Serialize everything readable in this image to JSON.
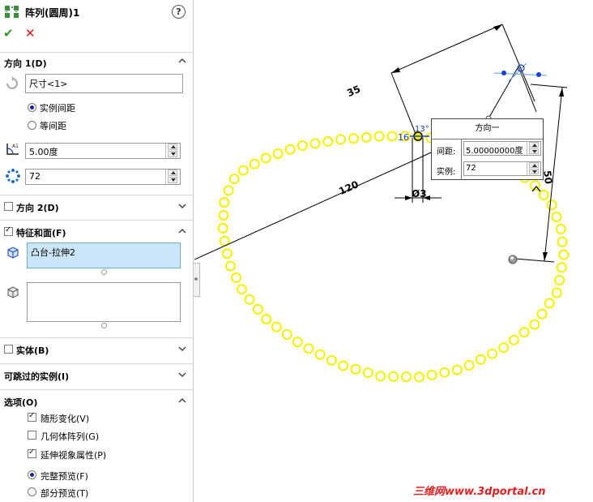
{
  "panel": {
    "title": "阵列(圆周)1",
    "help_glyph": "?",
    "ok_glyph": "✔",
    "cancel_glyph": "✕",
    "direction1": {
      "title": "方向 1(D)",
      "reference_value": "尺寸<1>",
      "radio_instance_spacing": "实例间距",
      "radio_equal_spacing": "等间距",
      "angle_value": "5.00度",
      "count_value": "72"
    },
    "direction2": {
      "title": "方向 2(D)"
    },
    "features": {
      "title": "特征和面(F)",
      "list_item": "凸台-拉伸2"
    },
    "bodies": {
      "title": "实体(B)"
    },
    "skip": {
      "title": "可跳过的实例(I)"
    },
    "options": {
      "title": "选项(O)",
      "vary_sketch": "随形变化(V)",
      "geometry_pattern": "几何体阵列(G)",
      "propagate_visual": "延伸视象属性(P)",
      "full_preview": "完整预览(F)",
      "partial_preview": "部分预览(T)"
    }
  },
  "canvas": {
    "dim_35": "35",
    "dim_120": "120",
    "dim_50": "50",
    "dim_diameter": "Ø3",
    "dim_16": "16",
    "dim_angle": "13°",
    "popup": {
      "title": "方向一",
      "spacing_label": "间距:",
      "spacing_value": "5.00000000度",
      "instances_label": "实例:",
      "instances_value": "72"
    },
    "watermark": "三维网www.3dportal.cn"
  },
  "colors": {
    "pattern_yellow": "#f5f000",
    "dim_blue": "#1a3fd0",
    "watermark_red": "#e02020",
    "selection_blue": "#cce4f7"
  }
}
